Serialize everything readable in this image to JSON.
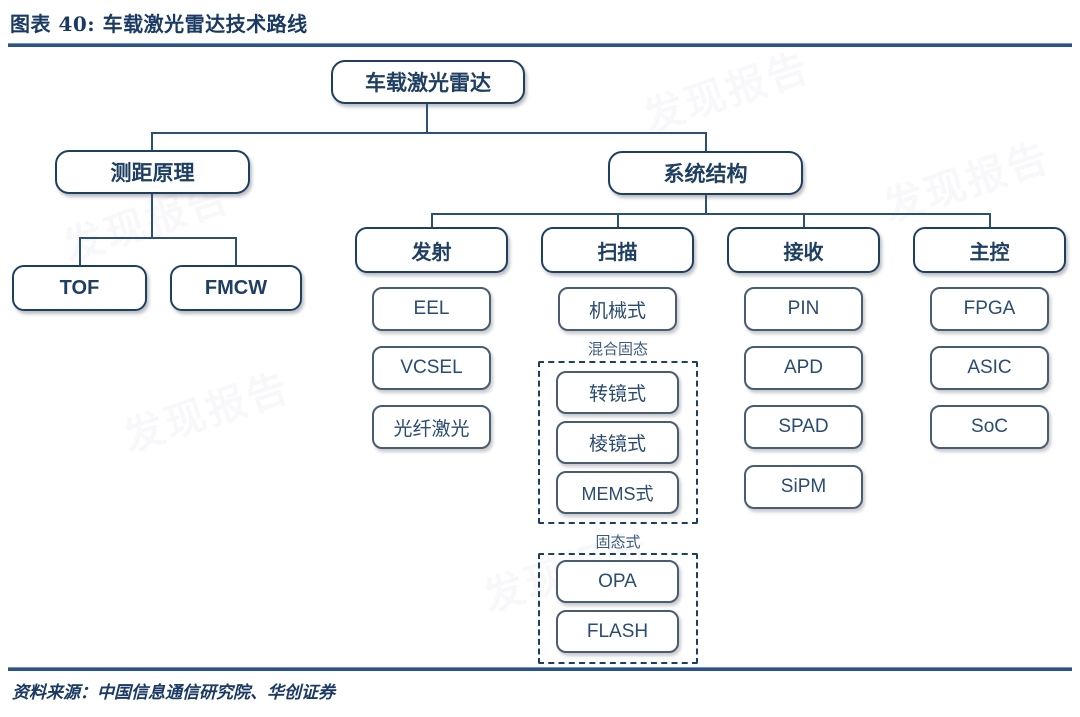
{
  "figure": {
    "title": "图表 40: 车载激光雷达技术路线",
    "source": "资料来源：中国信息通信研究院、华创证券",
    "watermark": "发现报告"
  },
  "colors": {
    "rule": "#2b5386",
    "title_text": "#1b3a63",
    "node_border": "#1f3f62",
    "leaf_border": "#4a5c70",
    "node_text": "#1f3f62",
    "leaf_text": "#2a4b72",
    "connector": "#2b4f76"
  },
  "chart_data": {
    "type": "diagram",
    "diagram_kind": "tree",
    "title": "车载激光雷达技术路线",
    "root": "车载激光雷达",
    "nodes": {
      "root": "车载激光雷达",
      "branch_ranging": "测距原理",
      "branch_system": "系统结构",
      "ranging_children": [
        "TOF",
        "FMCW"
      ],
      "system_children": [
        "发射",
        "扫描",
        "接收",
        "主控"
      ],
      "emit_children": [
        "EEL",
        "VCSEL",
        "光纤激光"
      ],
      "scan_children_direct": [
        "机械式"
      ],
      "scan_group_hybrid_label": "混合固态",
      "scan_group_hybrid_children": [
        "转镜式",
        "棱镜式",
        "MEMS式"
      ],
      "scan_group_solid_label": "固态式",
      "scan_group_solid_children": [
        "OPA",
        "FLASH"
      ],
      "receive_children": [
        "PIN",
        "APD",
        "SPAD",
        "SiPM"
      ],
      "control_children": [
        "FPGA",
        "ASIC",
        "SoC"
      ]
    }
  },
  "tree": {
    "root": {
      "label": "车载激光雷达"
    },
    "ranging": {
      "label": "测距原理",
      "children": [
        {
          "label": "TOF"
        },
        {
          "label": "FMCW"
        }
      ]
    },
    "system": {
      "label": "系统结构",
      "columns": [
        {
          "label": "发射",
          "leaves": [
            {
              "label": "EEL"
            },
            {
              "label": "VCSEL"
            },
            {
              "label": "光纤激光"
            }
          ]
        },
        {
          "label": "扫描",
          "leaves": [
            {
              "label": "机械式"
            }
          ],
          "groups": [
            {
              "label": "混合固态",
              "leaves": [
                {
                  "label": "转镜式"
                },
                {
                  "label": "棱镜式"
                },
                {
                  "label": "MEMS式"
                }
              ]
            },
            {
              "label": "固态式",
              "leaves": [
                {
                  "label": "OPA"
                },
                {
                  "label": "FLASH"
                }
              ]
            }
          ]
        },
        {
          "label": "接收",
          "leaves": [
            {
              "label": "PIN"
            },
            {
              "label": "APD"
            },
            {
              "label": "SPAD"
            },
            {
              "label": "SiPM"
            }
          ]
        },
        {
          "label": "主控",
          "leaves": [
            {
              "label": "FPGA"
            },
            {
              "label": "ASIC"
            },
            {
              "label": "SoC"
            }
          ]
        }
      ]
    }
  }
}
